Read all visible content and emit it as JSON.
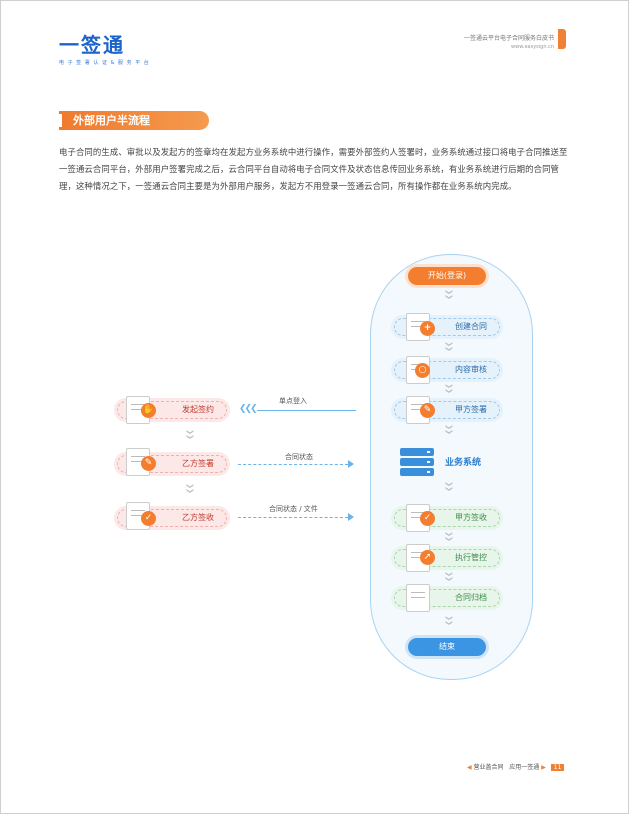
{
  "header": {
    "logo_text": "一签通",
    "logo_sub": "电 子 签 署 认 证 & 服 务 平 台",
    "title": "一签通云平台电子合同服务白皮书",
    "url": "www.easysign.cn"
  },
  "section": {
    "title": "外部用户半流程",
    "body": "电子合同的生成、审批以及发起方的签章均在发起方业务系统中进行操作，需要外部签约人签署时，业务系统通过接口将电子合同推送至一签通云合同平台，外部用户签署完成之后，云合同平台自动将电子合同文件及状态信息传回业务系统，有业务系统进行后期的合同管理，这种情况之下，一签通云合同主要是为外部用户服务，发起方不用登录一签通云合同，所有操作都在业务系统内完成。"
  },
  "flow": {
    "start": "开始(登录)",
    "end": "结束",
    "right_steps": [
      "创建合同",
      "内容审核",
      "甲方签署"
    ],
    "business_system": "业务系统",
    "lower_steps": [
      "甲方签收",
      "执行管控",
      "合同归档"
    ],
    "left_steps": [
      "发起签约",
      "乙方签署",
      "乙方签收"
    ],
    "connectors": [
      "单点登入",
      "合同状态",
      "合同状态 / 文件"
    ]
  },
  "footer": {
    "left": "营业盖合同",
    "right": "应用一签通",
    "page": "11"
  },
  "colors": {
    "accent": "#f08033",
    "blue": "#3c95e2",
    "green": "#3e8e4a",
    "red": "#c0392b"
  }
}
